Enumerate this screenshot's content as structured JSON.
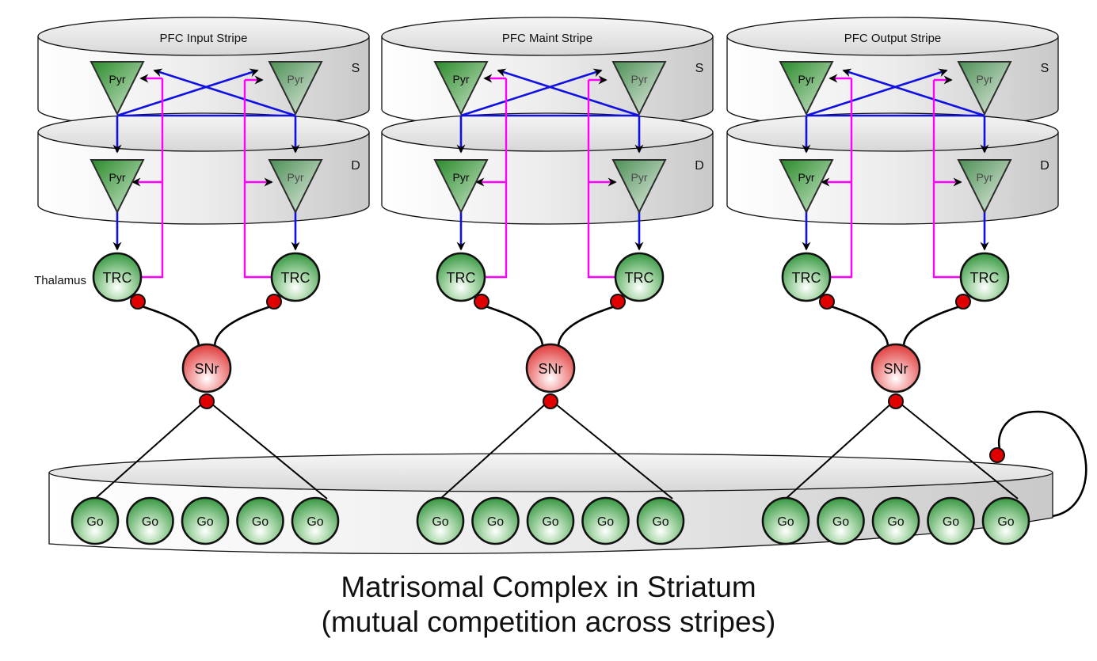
{
  "stripes": [
    {
      "title": "PFC Input Stripe"
    },
    {
      "title": "PFC Maint Stripe"
    },
    {
      "title": "PFC Output Stripe"
    }
  ],
  "layers": {
    "superficial": "S",
    "deep": "D"
  },
  "labels": {
    "pyramidal": "Pyr",
    "thalamic_relay": "TRC",
    "substantia_nigra": "SNr",
    "go_unit": "Go",
    "thalamus": "Thalamus"
  },
  "caption": {
    "line1": "Matrisomal Complex in Striatum",
    "line2": "(mutual competition across stripes)"
  },
  "go_units_per_stripe": 5,
  "colors": {
    "excitatory_projection": "#1010e0",
    "thalamic_feedback": "#ff00ff",
    "inhibitory_synapse": "#e00000",
    "pyramidal_fill": "#3d9a3d",
    "go_fill": "#3fa04a",
    "snr_fill": "#e84b4b",
    "cylinder_fill": "#e6e6e6"
  }
}
